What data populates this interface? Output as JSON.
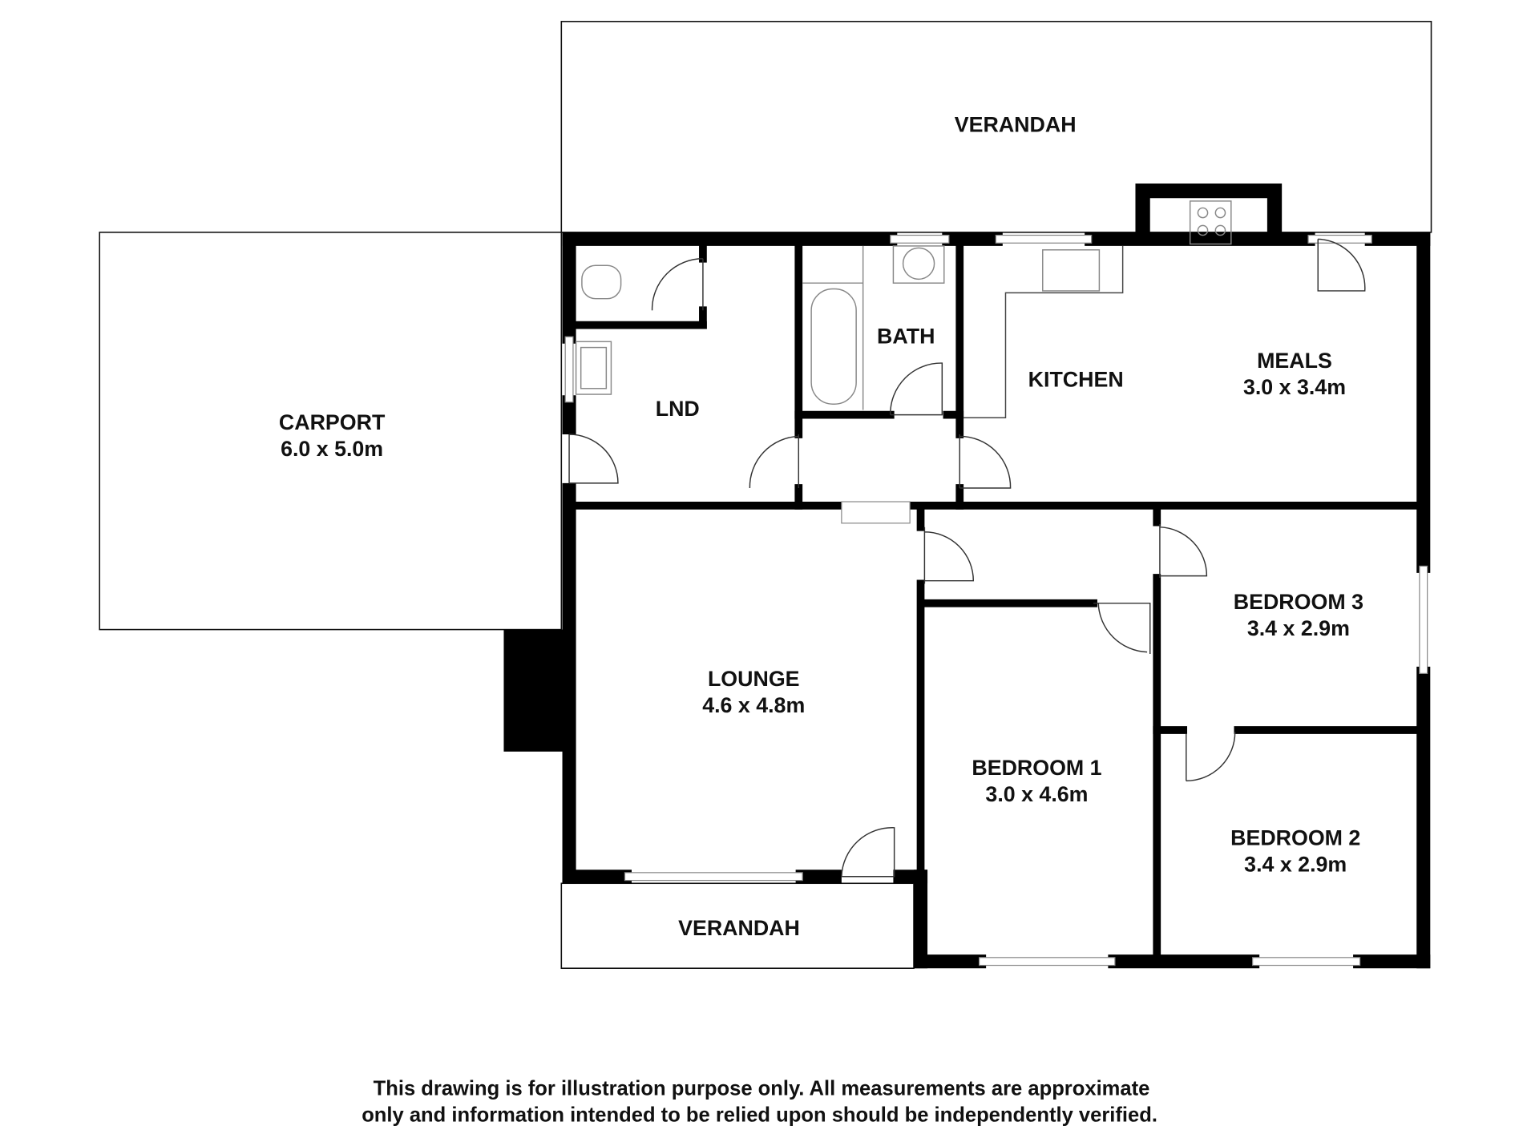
{
  "rooms": {
    "verandah_top": {
      "name": "VERANDAH"
    },
    "carport": {
      "name": "CARPORT",
      "size": "6.0 x 5.0m"
    },
    "lnd": {
      "name": "LND"
    },
    "bath": {
      "name": "BATH"
    },
    "kitchen": {
      "name": "KITCHEN"
    },
    "meals": {
      "name": "MEALS",
      "size": "3.0 x 3.4m"
    },
    "lounge": {
      "name": "LOUNGE",
      "size": "4.6 x 4.8m"
    },
    "bedroom1": {
      "name": "BEDROOM 1",
      "size": "3.0 x 4.6m"
    },
    "bedroom2": {
      "name": "BEDROOM 2",
      "size": "3.4 x 2.9m"
    },
    "bedroom3": {
      "name": "BEDROOM 3",
      "size": "3.4 x 2.9m"
    },
    "verandah_bottom": {
      "name": "VERANDAH"
    }
  },
  "disclaimer": {
    "line1": "This drawing is for illustration purpose only. All measurements are approximate",
    "line2": "only and information intended to be relied upon should be independently verified."
  }
}
